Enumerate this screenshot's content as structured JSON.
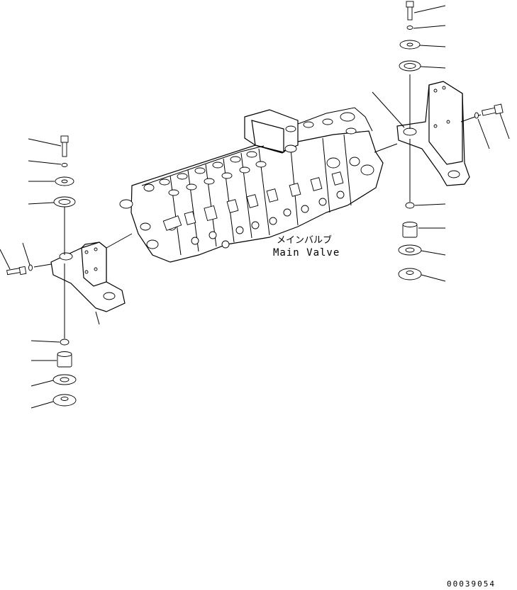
{
  "main_valve": {
    "label_jp": "メインバルブ",
    "label_en": "Main Valve"
  },
  "drawing_code": "00039054"
}
